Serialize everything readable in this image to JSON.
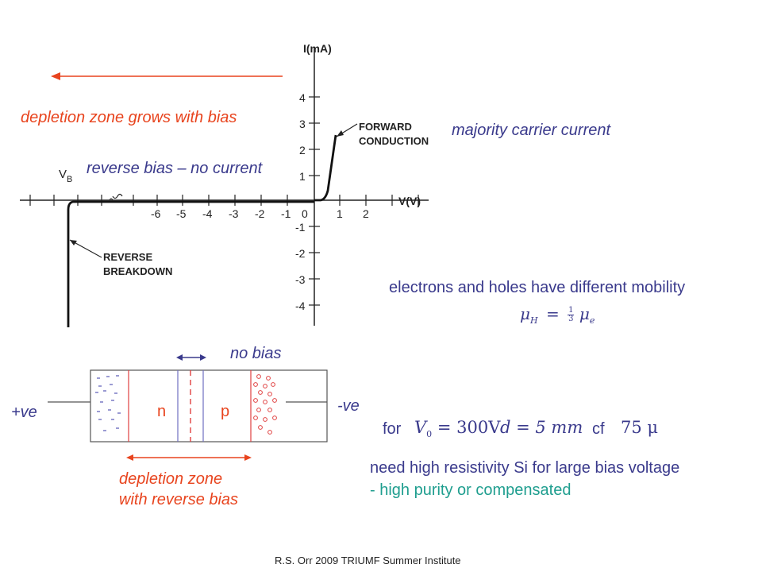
{
  "graph": {
    "y_axis_label": "I(mA)",
    "x_axis_label": "V(V)",
    "vb_label": "V",
    "vb_subscript": "B",
    "y_ticks_positive": [
      "4",
      "3",
      "2",
      "1"
    ],
    "y_ticks_negative": [
      "-1",
      "-2",
      "-3",
      "-4"
    ],
    "origin_label": "0",
    "x_ticks_negative": [
      "-6",
      "-5",
      "-4",
      "-3",
      "-2",
      "-1"
    ],
    "x_ticks_positive": [
      "1",
      "2"
    ],
    "forward_label_1": "FORWARD",
    "forward_label_2": "CONDUCTION",
    "reverse_label_1": "REVERSE",
    "reverse_label_2": "BREAKDOWN"
  },
  "annotations": {
    "depletion_grows": "depletion zone grows with bias",
    "reverse_bias": "reverse bias – no current",
    "majority_carrier": "majority carrier current",
    "mobility": "electrons and holes have different mobility",
    "no_bias": "no bias",
    "plus_ve": "+ve",
    "minus_ve": "-ve",
    "n_label": "n",
    "p_label": "p",
    "depletion_zone_1": "depletion zone",
    "depletion_zone_2": "with reverse bias",
    "for_label": "for",
    "cf_label": "cf",
    "resistivity_1": "need high resistivity Si for large bias voltage",
    "resistivity_2": "- high purity or compensated"
  },
  "formulas": {
    "mobility_lhs": "μ",
    "mobility_lhs_sub": "H",
    "mobility_eq": "=",
    "mobility_frac_num": "1",
    "mobility_frac_den": "3",
    "mobility_rhs": "μ",
    "mobility_rhs_sub": "e",
    "v0": "V",
    "v0_sub": "0",
    "v0_value": "= 300V",
    "d_value": "d = 5 mm",
    "cf_value": "75 μ"
  },
  "footer": "R.S. Orr 2009 TRIUMF Summer Institute",
  "colors": {
    "red": "#e8441e",
    "blue": "#3a3a8c",
    "teal": "#1f9e8f",
    "box_blue": "#7070c0",
    "box_red": "#e04040"
  }
}
